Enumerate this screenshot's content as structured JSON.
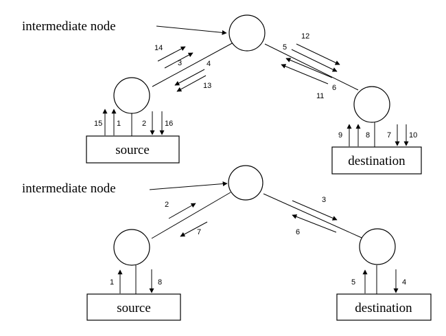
{
  "diagram_top": {
    "annotation": "intermediate node",
    "source_label": "source",
    "destination_label": "destination",
    "steps": [
      "1",
      "2",
      "3",
      "4",
      "5",
      "6",
      "7",
      "8",
      "9",
      "10",
      "11",
      "12",
      "13",
      "14",
      "15",
      "16"
    ]
  },
  "diagram_bottom": {
    "annotation": "intermediate node",
    "source_label": "source",
    "destination_label": "destination",
    "steps": [
      "1",
      "2",
      "3",
      "4",
      "5",
      "6",
      "7",
      "8"
    ]
  },
  "colors": {
    "stroke": "#000000",
    "background": "#ffffff"
  }
}
